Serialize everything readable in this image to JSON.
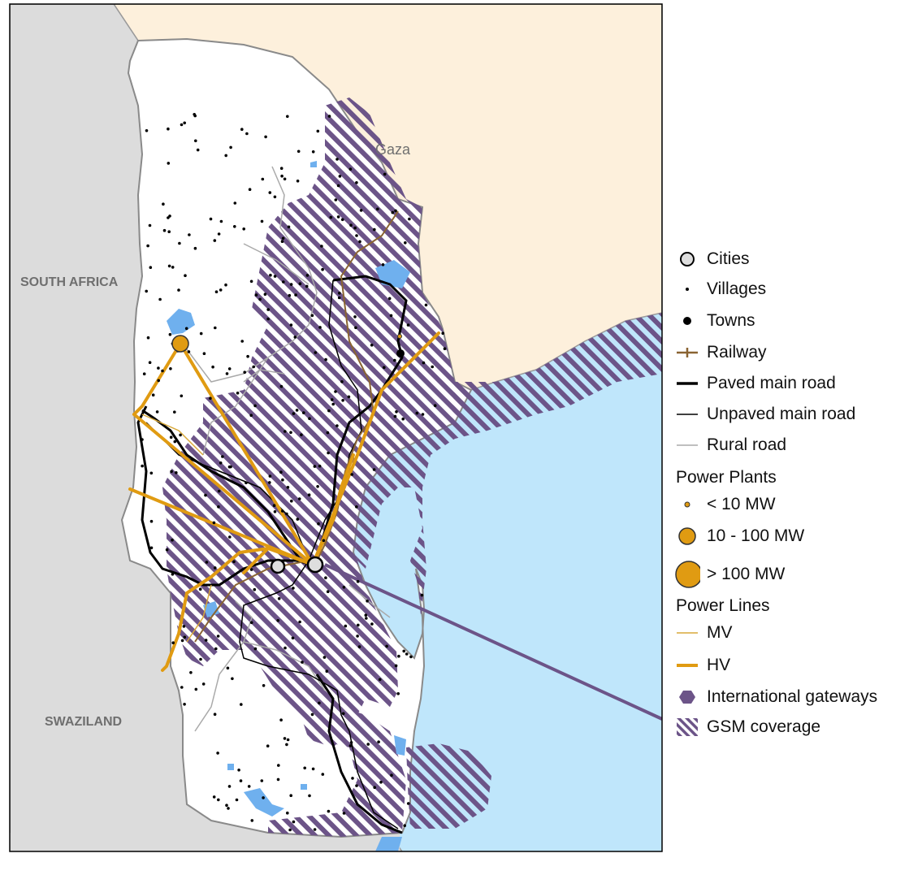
{
  "map": {
    "labels": {
      "south_africa": "SOUTH AFRICA",
      "swaziland": "SWAZILAND",
      "gaza": "Gaza"
    },
    "colors": {
      "ocean": "#bfe6fb",
      "neighbor_country": "#dcdcdc",
      "province_gaza": "#fdf0dc",
      "study_area": "#ffffff",
      "gsm": "#6c5488",
      "paved_road": "#000000",
      "rural_road": "#aaaaaa",
      "railway": "#8a6432",
      "power_line": "#e09b12",
      "water": "#6fb0ee",
      "gateway": "#6c5488"
    }
  },
  "legend": {
    "cities": "Cities",
    "villages": "Villages",
    "towns": "Towns",
    "railway": "Railway",
    "paved_main_road": "Paved main road",
    "unpaved_main_road": "Unpaved main road",
    "rural_road": "Rural road",
    "power_plants_title": "Power Plants",
    "pp_small": "< 10 MW",
    "pp_medium": "10 - 100 MW",
    "pp_large": "> 100 MW",
    "power_lines_title": "Power Lines",
    "mv": "MV",
    "hv": "HV",
    "international_gateways": "International gateways",
    "gsm_coverage": "GSM coverage"
  }
}
